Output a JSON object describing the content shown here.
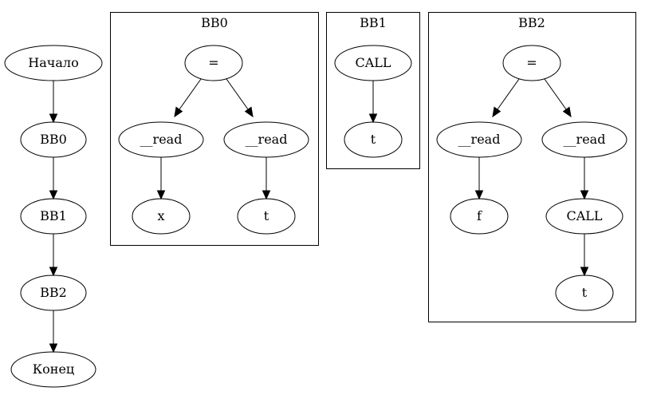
{
  "main_chain": {
    "start": "Начало",
    "bb0": "BB0",
    "bb1": "BB1",
    "bb2": "BB2",
    "end": "Конец"
  },
  "clusters": {
    "bb0": {
      "title": "BB0",
      "assign": "=",
      "read_left": "__read",
      "read_right": "__read",
      "var_x": "x",
      "var_t": "t"
    },
    "bb1": {
      "title": "BB1",
      "call": "CALL",
      "var_t": "t"
    },
    "bb2": {
      "title": "BB2",
      "assign": "=",
      "read_left": "__read",
      "read_right": "__read",
      "var_f": "f",
      "call": "CALL",
      "var_t": "t"
    }
  }
}
